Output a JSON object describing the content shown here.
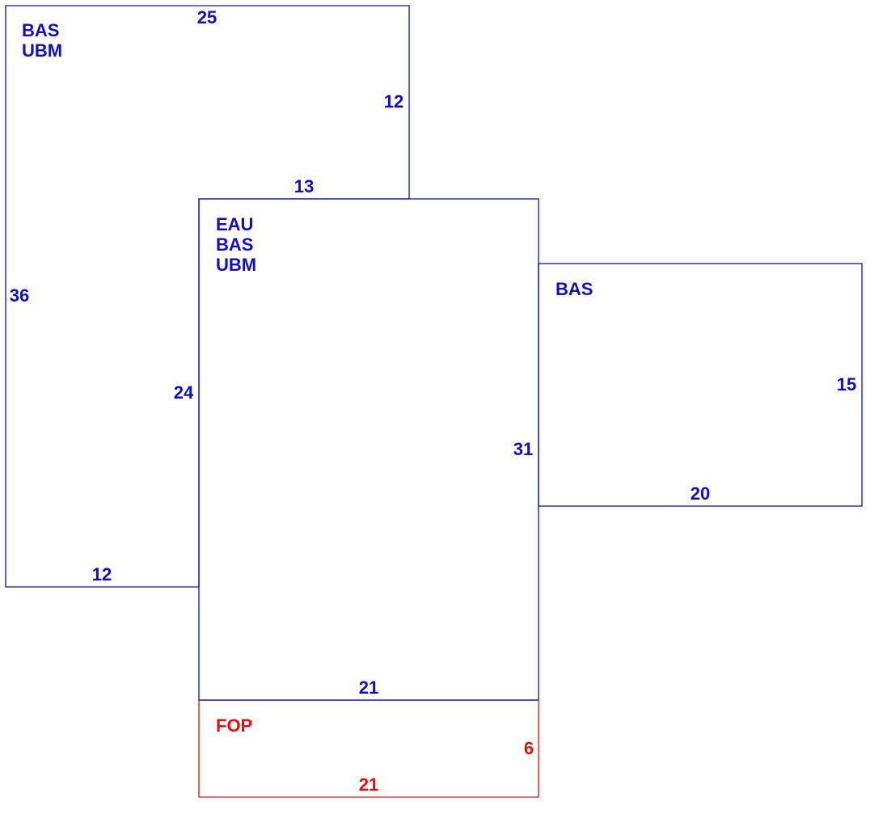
{
  "colors": {
    "living": "#1010c0",
    "porch": "#e01010"
  },
  "areas": [
    {
      "id": "area-left",
      "codes": [
        "BAS",
        "UBM"
      ],
      "color": "living",
      "dims": {
        "top": "25",
        "right_upper": "12",
        "inner_top": "13",
        "left": "36",
        "inner_left": "24",
        "bottom": "12"
      }
    },
    {
      "id": "area-center",
      "codes": [
        "EAU",
        "BAS",
        "UBM"
      ],
      "color": "living",
      "dims": {
        "right": "31",
        "bottom": "21"
      }
    },
    {
      "id": "area-right",
      "codes": [
        "BAS"
      ],
      "color": "living",
      "dims": {
        "right": "15",
        "bottom": "20"
      }
    },
    {
      "id": "area-porch",
      "codes": [
        "FOP"
      ],
      "color": "porch",
      "dims": {
        "right": "6",
        "bottom": "21"
      }
    }
  ]
}
